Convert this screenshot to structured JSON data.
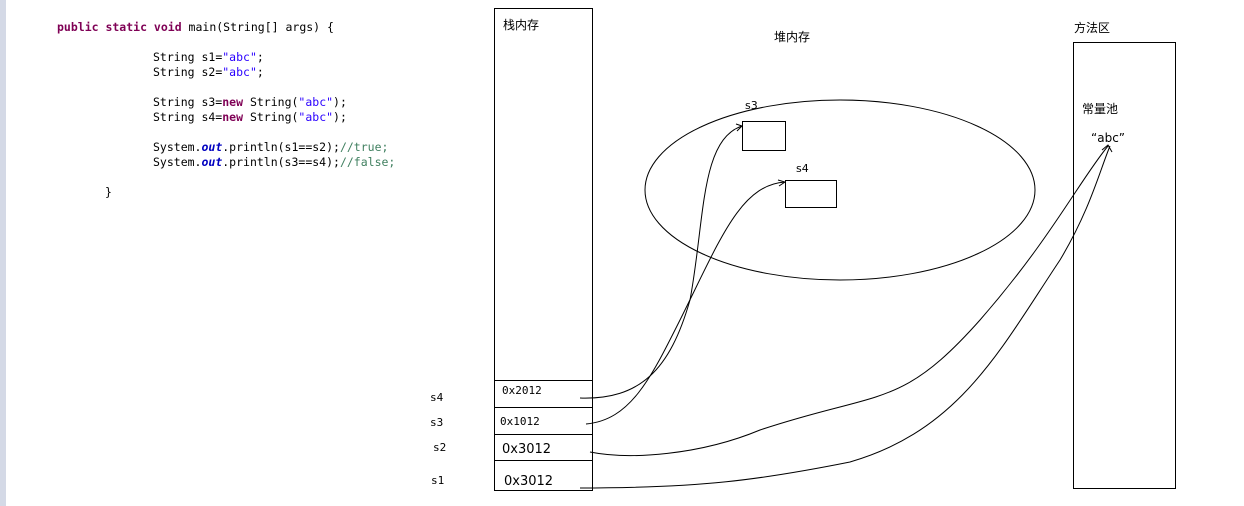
{
  "code": {
    "signature": [
      "public static void",
      " main(String[] args) {"
    ],
    "lines": [
      {
        "type": "String ",
        "var": "s1=",
        "str": "\"abc\"",
        "end": ";"
      },
      {
        "type": "String ",
        "var": "s2=",
        "str": "\"abc\"",
        "end": ";"
      }
    ],
    "new_lines": [
      {
        "pre": "String s3=",
        "kw": "new",
        "mid": " String(",
        "str": "\"abc\"",
        "end": ");"
      },
      {
        "pre": "String s4=",
        "kw": "new",
        "mid": " String(",
        "str": "\"abc\"",
        "end": ");"
      }
    ],
    "prints": [
      {
        "pre": "System.",
        "fld": "out",
        "mid": ".println(s1==s2);",
        "cm": "//true;"
      },
      {
        "pre": "System.",
        "fld": "out",
        "mid": ".println(s3==s4);",
        "cm": "//false;"
      }
    ],
    "close": "}"
  },
  "stack": {
    "title": "栈内存",
    "cells": [
      {
        "var": "s4",
        "addr": "0x2012"
      },
      {
        "var": "s3",
        "addr": "0x1012"
      },
      {
        "var": "s2",
        "addr": "0x3012"
      },
      {
        "var": "s1",
        "addr": "0x3012"
      }
    ]
  },
  "heap": {
    "title": "堆内存",
    "objects": [
      "s3",
      "s4"
    ]
  },
  "method_area": {
    "title": "方法区",
    "pool_title": "常量池",
    "literal": "“abc”"
  }
}
